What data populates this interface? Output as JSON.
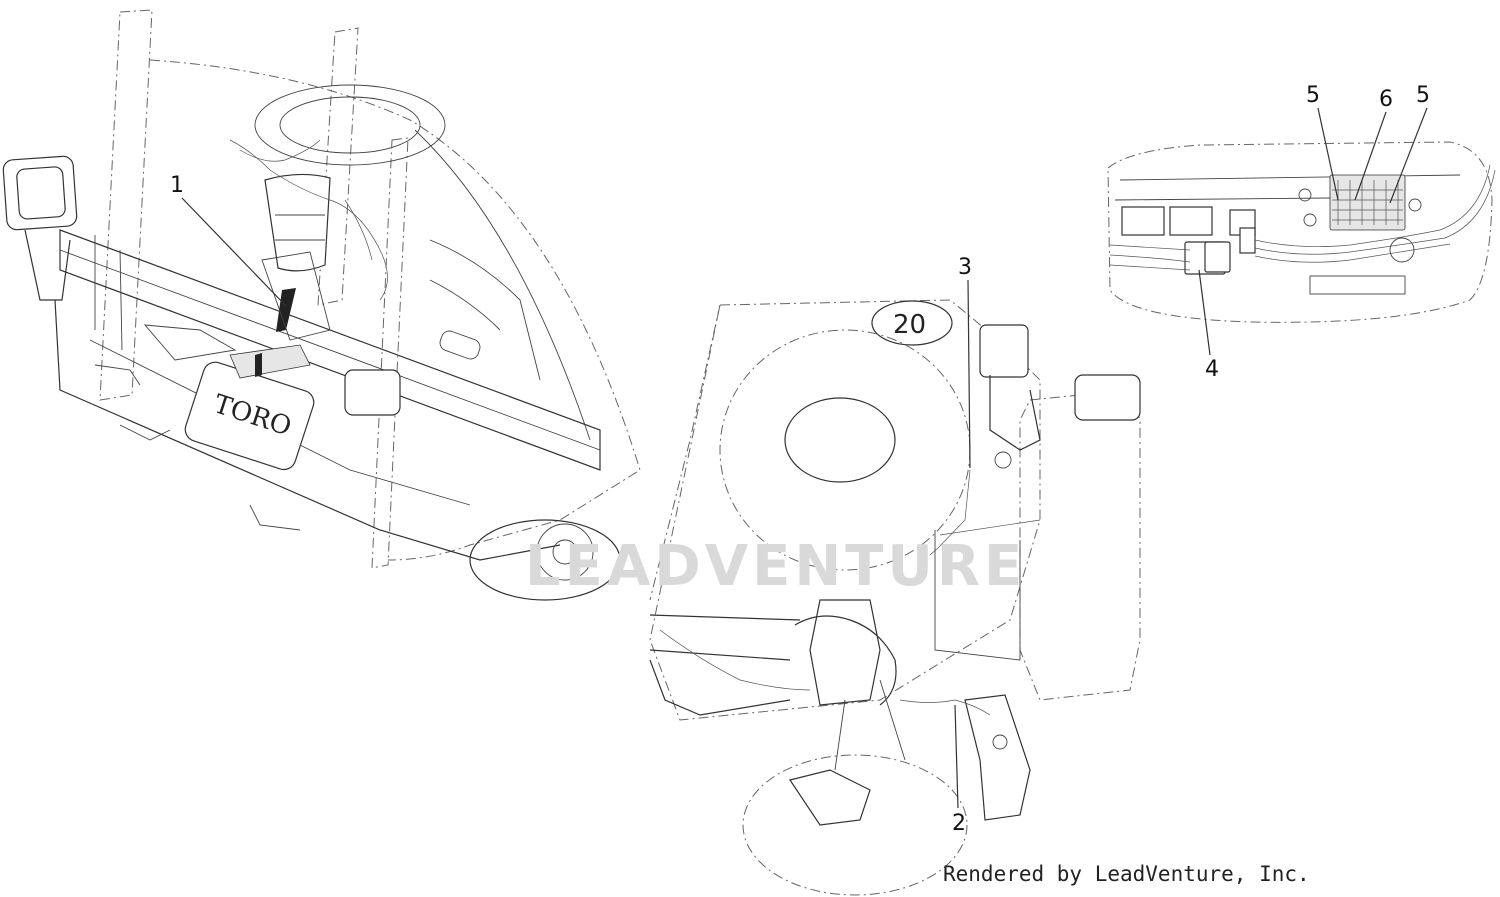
{
  "callouts": [
    {
      "id": "1",
      "label": "1"
    },
    {
      "id": "2",
      "label": "2"
    },
    {
      "id": "3",
      "label": "3"
    },
    {
      "id": "4",
      "label": "4"
    },
    {
      "id": "5a",
      "label": "5"
    },
    {
      "id": "6",
      "label": "6"
    },
    {
      "id": "5b",
      "label": "5"
    }
  ],
  "watermark": "LEADVENTURE",
  "credit": "Rendered by LeadVenture, Inc.",
  "badge": "20",
  "decal_text": "TORO"
}
